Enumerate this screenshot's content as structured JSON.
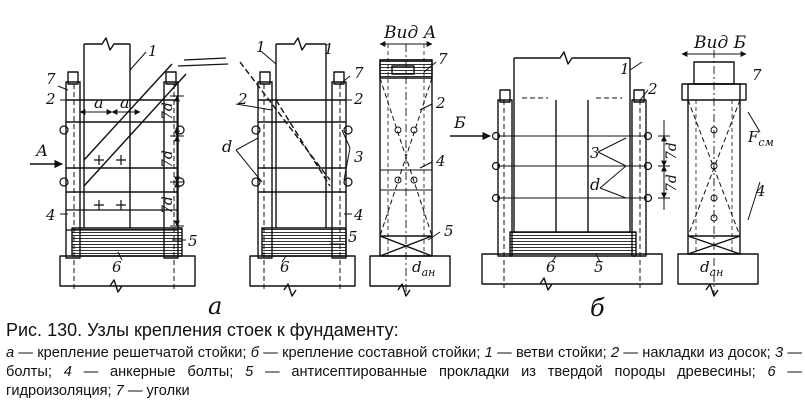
{
  "figure": {
    "title": "Рис. 130. Узлы крепления стоек к фундаменту:",
    "legend": [
      {
        "key": "а",
        "text": "крепление решетчатой стойки;"
      },
      {
        "key": "б",
        "text": "крепление составной стойки;"
      },
      {
        "key": "1",
        "text": "ветви стойки;"
      },
      {
        "key": "2",
        "text": "накладки из досок;"
      },
      {
        "key": "3",
        "text": "болты;"
      },
      {
        "key": "4",
        "text": "анкерные болты;"
      },
      {
        "key": "5",
        "text": "антисептированные прокладки из твердой породы древесины;"
      },
      {
        "key": "6",
        "text": "гидроизоляция;"
      },
      {
        "key": "7",
        "text": "уголки"
      }
    ],
    "dash": "—"
  },
  "labels": {
    "view_a": "Вид А",
    "view_b": "Вид Б",
    "panel_a": "а",
    "panel_b": "б",
    "arrow_a": "А",
    "arrow_b": "Б",
    "d": "d",
    "a": "a",
    "seven_d": "7d",
    "d_an_main": "d",
    "d_an_sub": "ан",
    "f_cm_main": "F",
    "f_cm_sub": "см",
    "n1": "1",
    "n2": "2",
    "n3": "3",
    "n4": "4",
    "n5": "5",
    "n6": "6",
    "n7": "7"
  }
}
